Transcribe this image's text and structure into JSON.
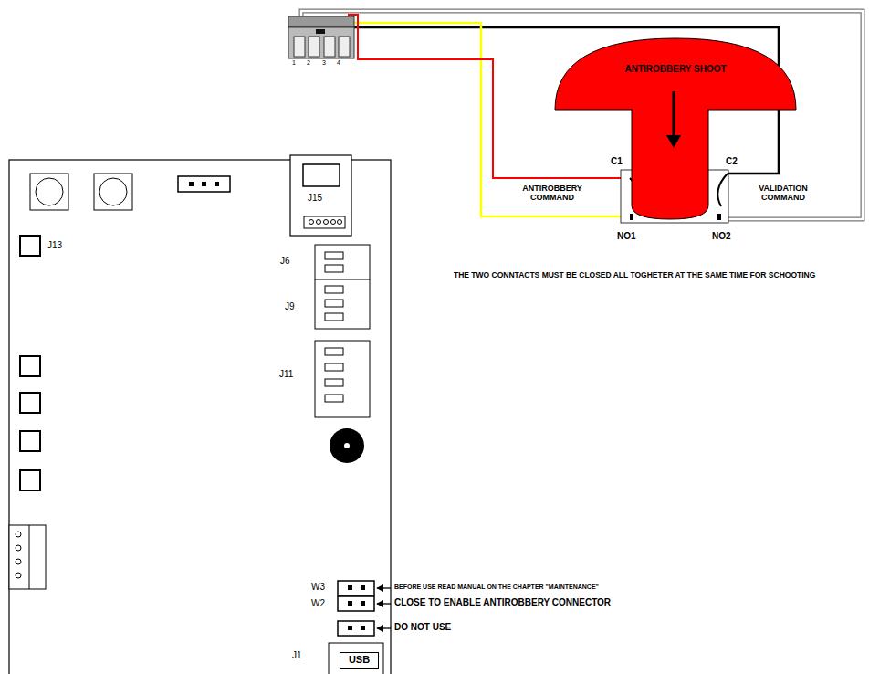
{
  "diagram": {
    "nodes": [
      {
        "text": [
          "ANTIROBBERY SHOOT"
        ]
      },
      {
        "text": [
          "USB"
        ]
      }
    ],
    "labels": [
      "1",
      "2",
      "3",
      "4",
      "J15",
      "J6",
      "J9",
      "J11",
      "J13",
      "C1",
      "C2",
      "NO1",
      "NO2",
      "ANTIROBBERY COMMAND",
      "VALIDATION COMMAND",
      "THE TWO CONNTACTS MUST BE CLOSED ALL TOGHETER AT THE SAME TIME FOR SCHOOTING",
      "W3",
      "W2",
      "BEFORE USE READ MANUAL ON THE CHAPTER \"MAINTENANCE\"",
      "CLOSE TO ENABLE ANTIROBBERY CONNECTOR",
      "DO NOT USE",
      "J1"
    ]
  }
}
